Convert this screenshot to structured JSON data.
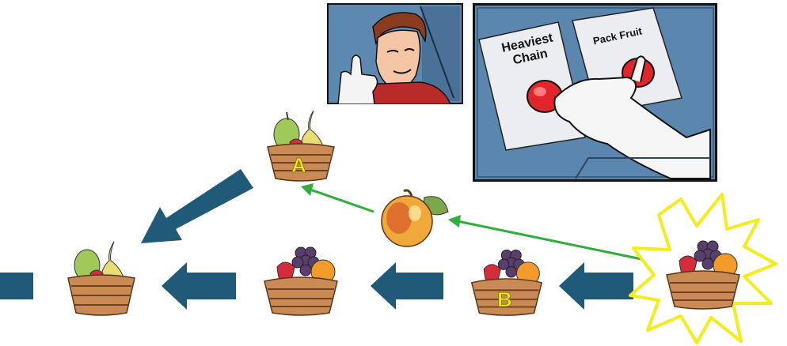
{
  "meme": {
    "left_button_label_line1": "Heaviest",
    "left_button_label_line2": "Chain",
    "right_button_label": "Pack Fruit"
  },
  "baskets": [
    {
      "id": "basket-a",
      "label": "A",
      "contents": "pears-strawberry"
    },
    {
      "id": "basket-chain-1",
      "label": "",
      "contents": "pears-strawberry"
    },
    {
      "id": "basket-chain-2",
      "label": "",
      "contents": "strawberry-grapes-orange"
    },
    {
      "id": "basket-b",
      "label": "B",
      "contents": "strawberry-grapes-orange"
    },
    {
      "id": "basket-highlighted",
      "label": "",
      "contents": "strawberry-grapes-orange"
    }
  ],
  "colors": {
    "arrow": "#1f5a78",
    "green_link": "#2fae3a",
    "highlight_star": "#f5ec1c",
    "label_text": "#f5ec1c",
    "meme_bg": "#5b86ad"
  }
}
